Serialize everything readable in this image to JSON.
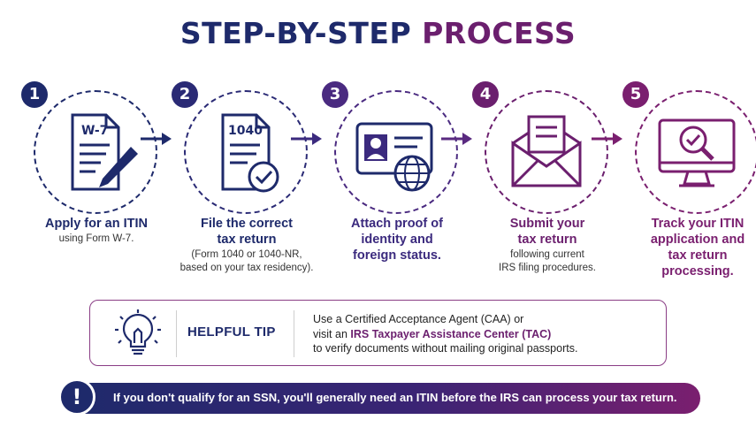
{
  "title": {
    "part1": "STEP-BY-STEP",
    "part2": "PROCESS"
  },
  "colors": {
    "navy": "#1e2a6b",
    "indigo": "#3b2a7e",
    "purple": "#5a2a80",
    "plum": "#6b1f6e",
    "magenta": "#7a1f6f"
  },
  "steps": [
    {
      "number": "1",
      "icon": "form-w7-pen-icon",
      "icon_text": "W-7",
      "heading": [
        "Apply for an ITIN"
      ],
      "sub": [
        "using Form W-7."
      ]
    },
    {
      "number": "2",
      "icon": "form-1040-check-icon",
      "icon_text": "1040",
      "heading": [
        "File the correct",
        "tax return"
      ],
      "sub": [
        "(Form 1040 or 1040-NR,",
        "based on your tax residency)."
      ]
    },
    {
      "number": "3",
      "icon": "id-card-globe-icon",
      "heading": [
        "Attach proof of",
        "identity and",
        "foreign status."
      ],
      "sub": []
    },
    {
      "number": "4",
      "icon": "envelope-document-icon",
      "heading": [
        "Submit your",
        "tax return"
      ],
      "sub": [
        "following current",
        "IRS filing procedures."
      ]
    },
    {
      "number": "5",
      "icon": "monitor-magnifier-icon",
      "heading": [
        "Track your ITIN",
        "application and",
        "tax return",
        "processing."
      ],
      "sub": []
    }
  ],
  "tip": {
    "icon": "lightbulb-icon",
    "label": "HELPFUL TIP",
    "line1": "Use a Certified Acceptance Agent (CAA) or",
    "line2_pre": "visit an ",
    "line2_bold": "IRS Taxpayer Assistance Center (TAC)",
    "line3": "to verify documents without mailing original passports."
  },
  "banner": {
    "icon": "exclamation-icon",
    "mark": "!",
    "text": "If you don't qualify for an SSN, you'll generally need an ITIN before the IRS can process your tax return."
  }
}
